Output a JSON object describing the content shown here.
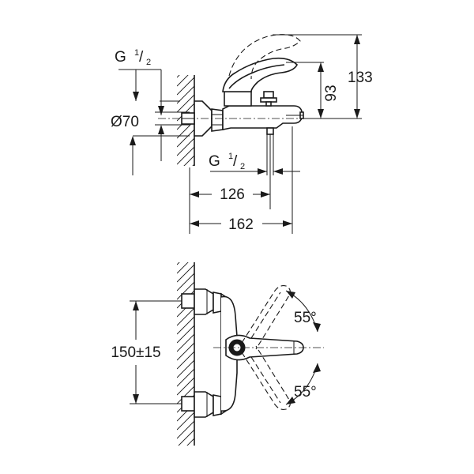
{
  "side_view": {
    "thread_top": {
      "main": "G",
      "num": "1",
      "den": "2"
    },
    "diameter": "Ø70",
    "thread_bottom": {
      "main": "G",
      "num": "1",
      "den": "2"
    },
    "height_93": "93",
    "height_133": "133",
    "length_126": "126",
    "length_162": "162"
  },
  "front_view": {
    "spacing": "150±15",
    "angle_top": "55°",
    "angle_bottom": "55°"
  }
}
